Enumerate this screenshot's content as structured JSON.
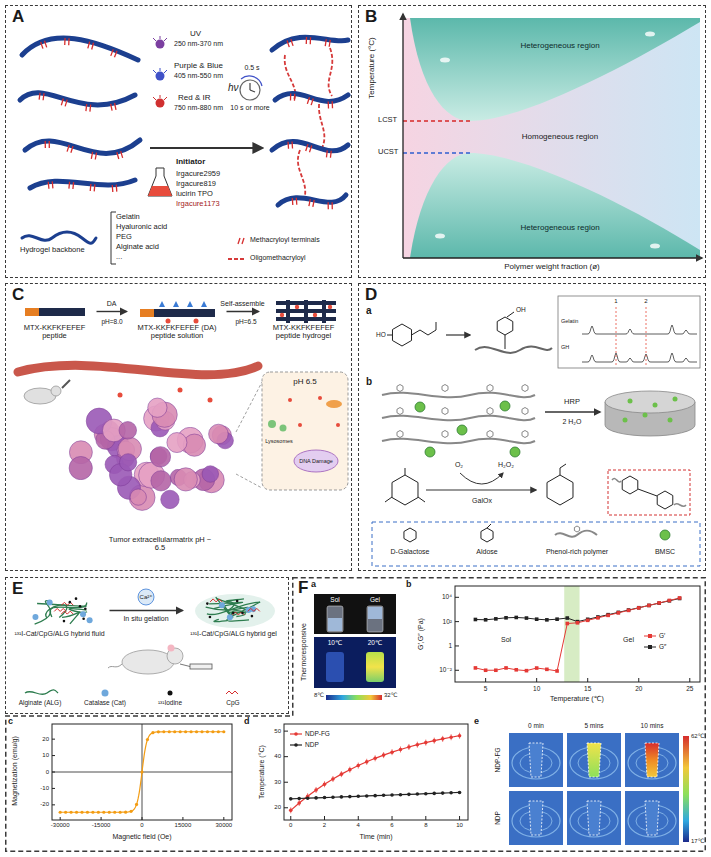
{
  "diagram": {
    "nodes": [
      {
        "text": [
          "A"
        ]
      },
      {
        "text": [
          "B"
        ]
      },
      {
        "text": [
          "C"
        ]
      },
      {
        "text": [
          "MTX-KKFKFEFEF peptide"
        ],
        "in": 2
      },
      {
        "text": [
          "MTX-KKFKFEFEF (DA) peptide solution"
        ],
        "in": 2
      },
      {
        "text": [
          "MTX-KKFKFEFEF peptide hydrogel"
        ],
        "in": 2
      },
      {
        "text": [
          "D"
        ]
      },
      {
        "text": [
          "E"
        ]
      },
      {
        "text": [
          "¹³¹I-Cat/CpG/ALG hybrid fluid"
        ],
        "in": 7
      },
      {
        "text": [
          "¹³¹I-Cat/CpG/ALG hybrid gel"
        ],
        "in": 7
      },
      {
        "text": [
          "F"
        ]
      }
    ],
    "edges": [
      {
        "from": 3,
        "to": 4,
        "label": "DA",
        "arrow": "to"
      },
      {
        "from": 4,
        "to": 5,
        "label": "Self-assemble",
        "arrow": "to"
      },
      {
        "from": 8,
        "to": 9,
        "label": "In situ gelation",
        "arrow": "to"
      }
    ],
    "labels": [
      "UV",
      "250 nm-370 nm",
      "Purple & Blue",
      "405 nm-550 nm",
      "Red & IR",
      "750 nm-880 nm",
      "0.5 s",
      "hν",
      "10 s or more",
      "Initiator",
      "Irgacure2959",
      "Irgacure819",
      "lucirin TPO",
      "Irgacure1173",
      "Gelatin",
      "Hyaluronic acid",
      "PEG",
      "Alginate acid",
      "...",
      "Hydrogel backbone",
      "Methacryloyl terminals",
      "Oligomethacryloyl",
      "Temperature (°C)",
      "LCST",
      "UCST",
      "Heterogeneous region",
      "Homogeneous region",
      "Heterogeneous region",
      "Polymer weight fraction (ø)",
      "pH=8.0",
      "pH=6.5",
      "pH 6.5",
      "Lysosomes",
      "DNA Damage",
      "Tumor extracellularmatrix pH ~ 6.5",
      "a",
      "HO",
      "OH",
      "1",
      "2",
      "Gelatin",
      "GH",
      "b",
      "HRP",
      "2 H₂O",
      "O₂",
      "H₂O₂",
      "GalOx",
      "Ca²⁺",
      "a",
      "Sol",
      "Gel",
      "Thermoresponsive",
      "10℃",
      "20℃",
      "8℃",
      "32℃",
      "b",
      "10⁴",
      "10²",
      "1",
      "10⁻²",
      "Sol",
      "Gel",
      "5",
      "10",
      "15",
      "20",
      "25",
      "G′,G″ (Pa)",
      "Temperature (℃)",
      "c",
      "20",
      "10",
      "0",
      "-10",
      "-20",
      "-30000",
      "-15000",
      "0",
      "15000",
      "30000",
      "Magnetization (emu/g)",
      "Magnetic field (Oe)",
      "d",
      "50",
      "40",
      "30",
      "20",
      "0",
      "2",
      "4",
      "6",
      "8",
      "10",
      "Temperature (°C)",
      "Time (min)",
      "e",
      "0 min",
      "5 mins",
      "10 mins",
      "NDP-FG",
      "NDP",
      "62℃",
      "17℃"
    ],
    "legend": [
      {
        "text": "D-Galactose"
      },
      {
        "text": "Aldose"
      },
      {
        "text": "Phenol-rich polymer"
      },
      {
        "text": "BMSC"
      },
      {
        "text": "Alginate (ALG)"
      },
      {
        "text": "Catalase (Cat)"
      },
      {
        "text": "¹³¹Iodine"
      },
      {
        "text": "CpG"
      },
      {
        "text": "G′"
      },
      {
        "text": "G″"
      },
      {
        "text": "NDP-FG"
      },
      {
        "text": "NDP"
      }
    ]
  }
}
